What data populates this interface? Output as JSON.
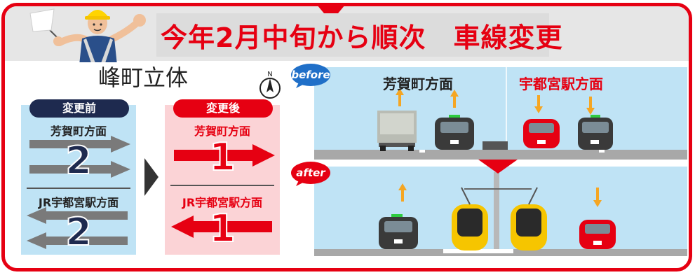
{
  "headline": "今年2月中旬から順次　車線変更",
  "title": "峰町立体",
  "compass_letter": "N",
  "before_panel": {
    "pill": "変更前",
    "top_direction": "芳賀町方面",
    "top_lanes": "2",
    "bottom_direction": "JR宇都宮駅方面",
    "bottom_lanes": "2"
  },
  "after_panel": {
    "pill": "変更後",
    "top_direction": "芳賀町方面",
    "top_lanes": "1",
    "bottom_direction": "JR宇都宮駅方面",
    "bottom_lanes": "1"
  },
  "scene": {
    "before_badge": "before",
    "after_badge": "after",
    "left_direction": "芳賀町方面",
    "right_direction": "宇都宮駅方面"
  },
  "colors": {
    "accent_red": "#e60012",
    "navy": "#1e2a4f",
    "sky": "#bfe3f5",
    "pink": "#fbd3d6",
    "gray_arrow": "#7a7a7a",
    "tram_yellow": "#f6c500",
    "arrow_orange": "#f5a623"
  }
}
